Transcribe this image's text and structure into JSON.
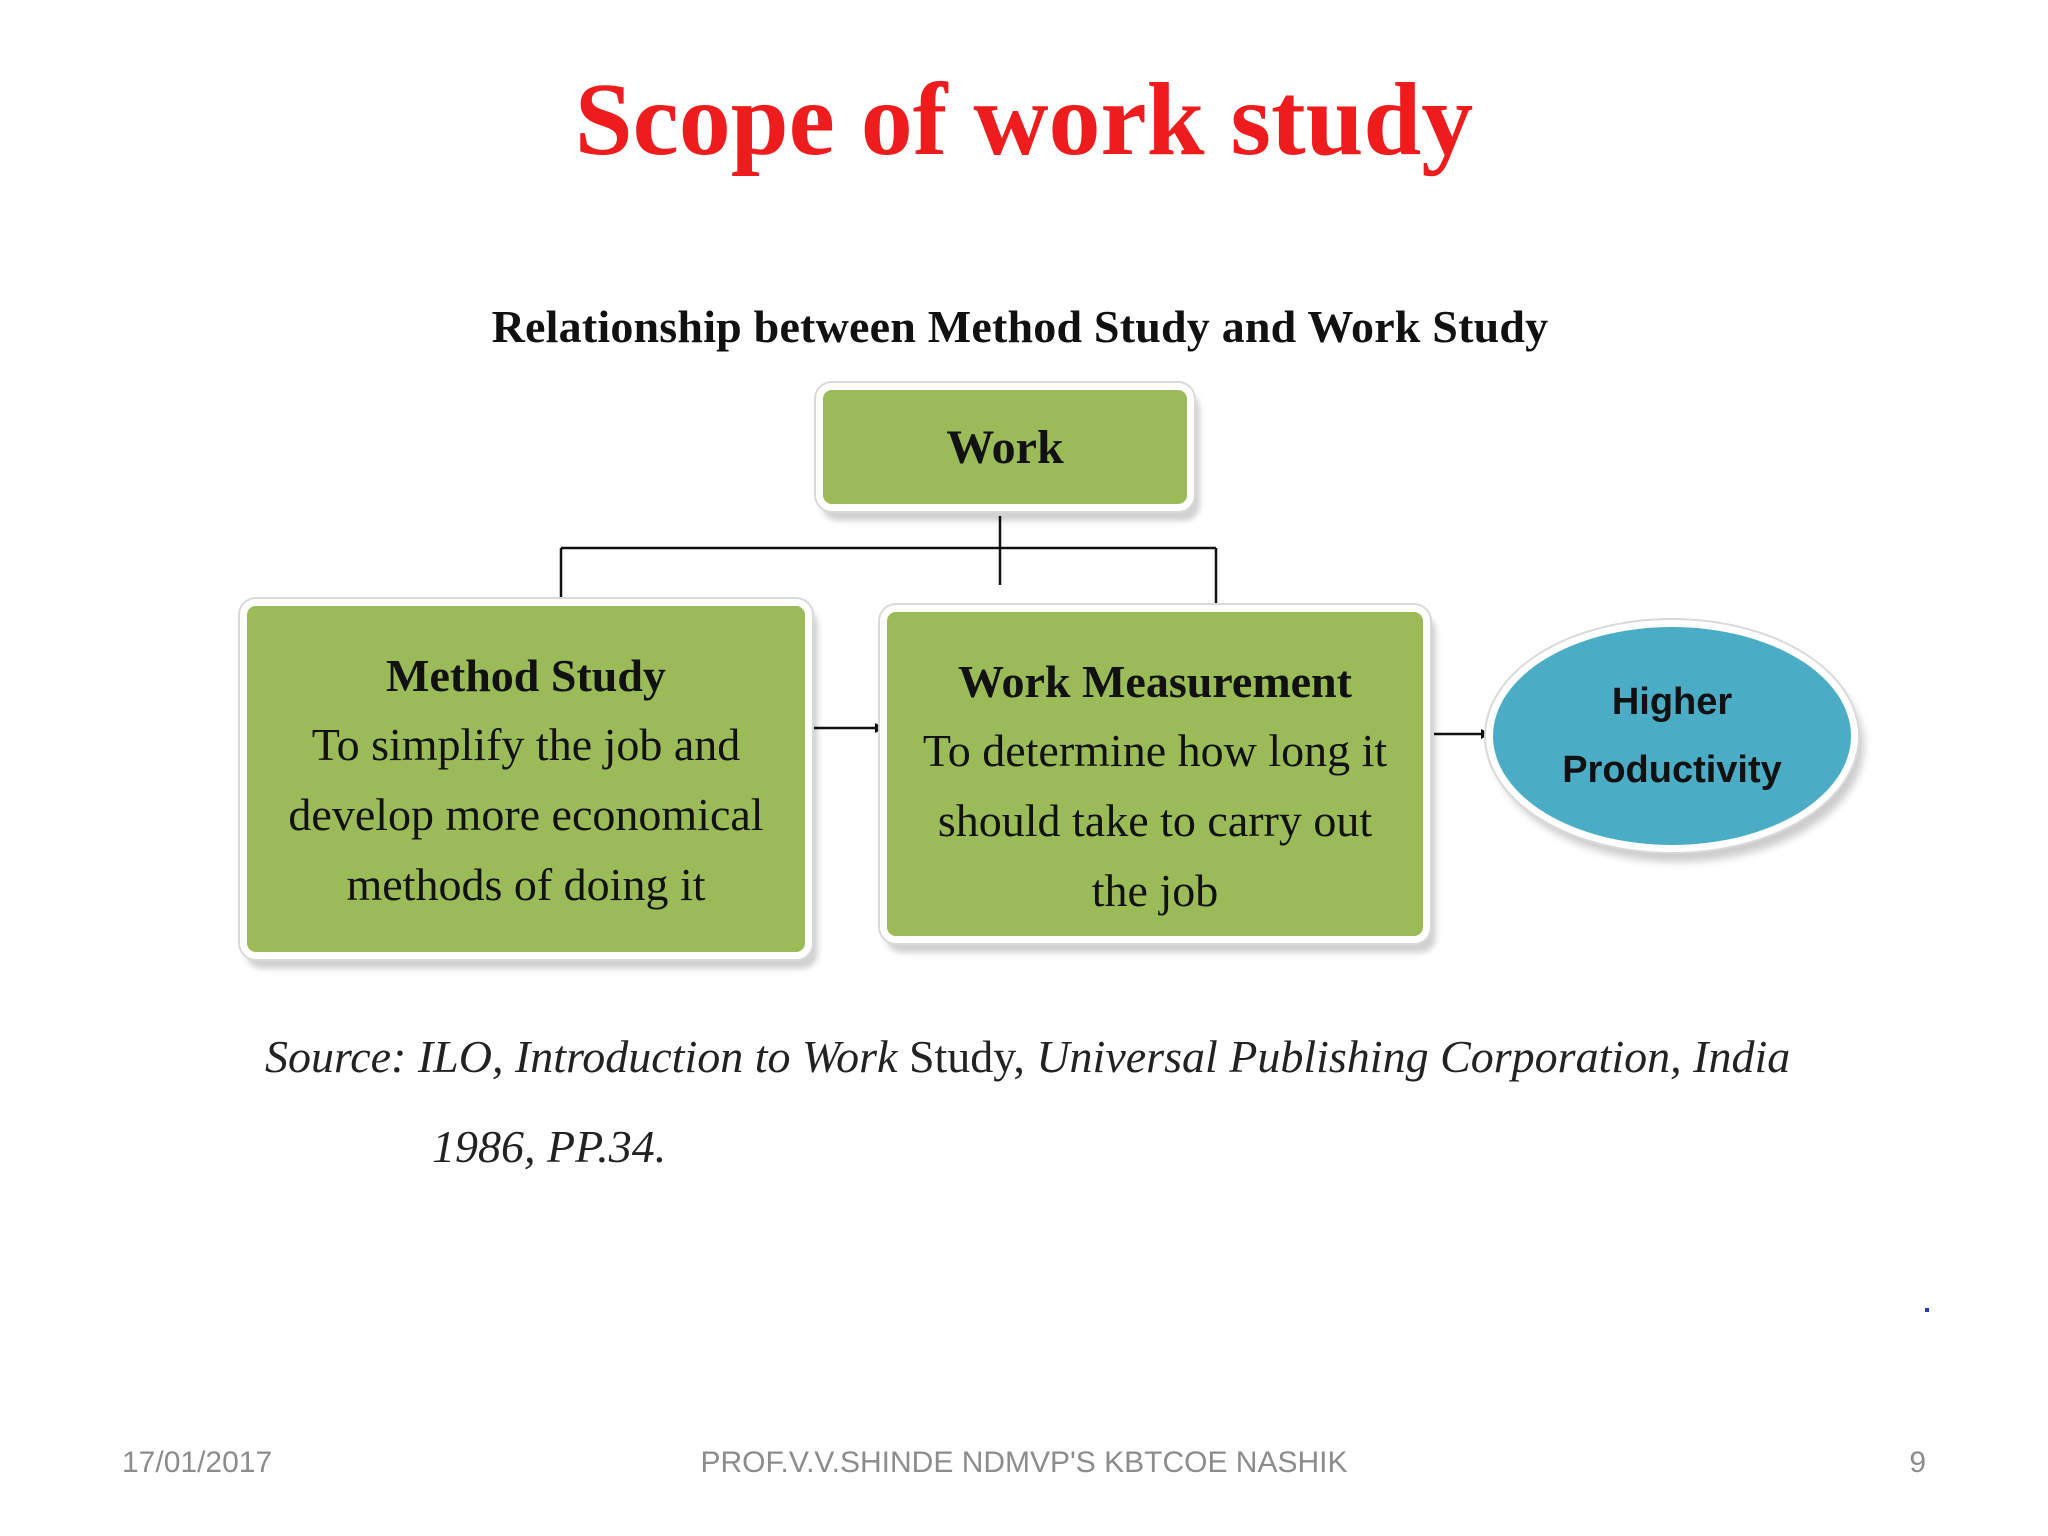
{
  "slide": {
    "title": "Scope of work study"
  },
  "diagram": {
    "heading": "Relationship between Method Study and Work Study",
    "work": "Work",
    "method_study": {
      "title": "Method Study",
      "line1": "To simplify the job and",
      "line2": "develop more economical",
      "line3": "methods of doing it"
    },
    "work_measurement": {
      "title": "Work Measurement",
      "line1": "To determine how long it",
      "line2": "should take to carry out",
      "line3": "the job"
    },
    "result": {
      "line1": "Higher",
      "line2": "Productivity"
    },
    "colors": {
      "box_fill": "#9bbb59",
      "ellipse_fill": "#4bacc6",
      "title_red": "#ee1c1c"
    }
  },
  "source": {
    "part1": "Source:  ILO,  Introduction  to  Work ",
    "part2": "Study, ",
    "part3": " Universal  Publishing  Corporation,  India",
    "line2": "1986, PP.34."
  },
  "footer": {
    "date": "17/01/2017",
    "author": "PROF.V.V.SHINDE NDMVP'S KBTCOE NASHIK",
    "page": "9"
  }
}
